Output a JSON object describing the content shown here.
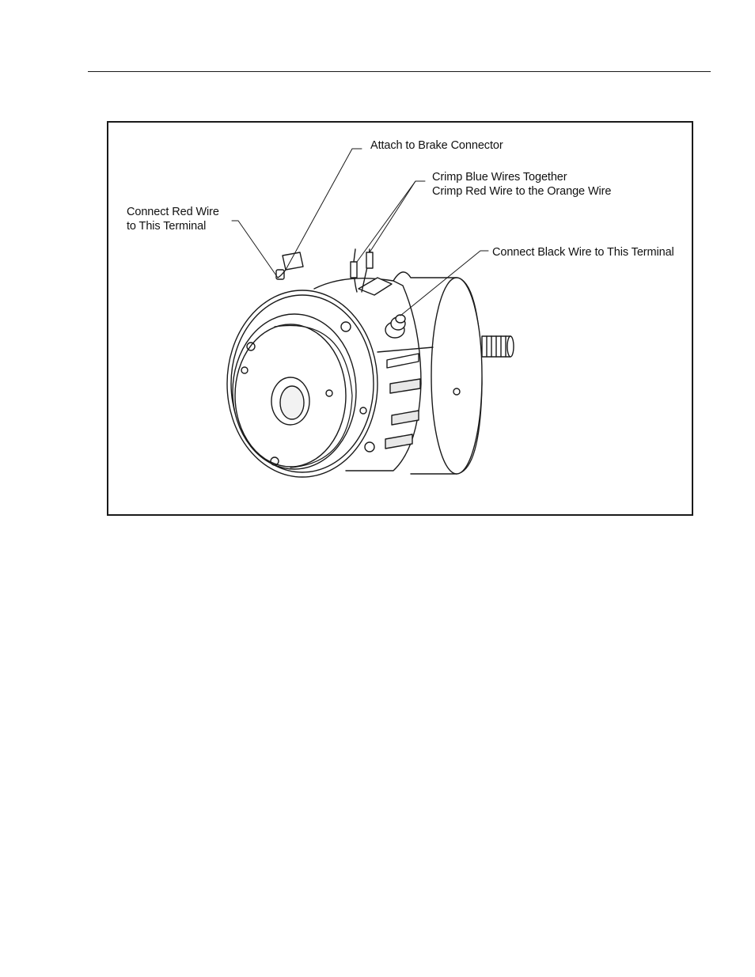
{
  "figure": {
    "callouts": {
      "brake_connector": "Attach to Brake Connector",
      "crimp_line1": "Crimp Blue Wires Together",
      "crimp_line2": "Crimp Red Wire to the Orange Wire",
      "red_wire_line1": "Connect Red Wire",
      "red_wire_line2": "to This Terminal",
      "black_wire": "Connect Black Wire to This Terminal"
    },
    "illustration_icon": "electric-motor-with-brake-drawing"
  }
}
